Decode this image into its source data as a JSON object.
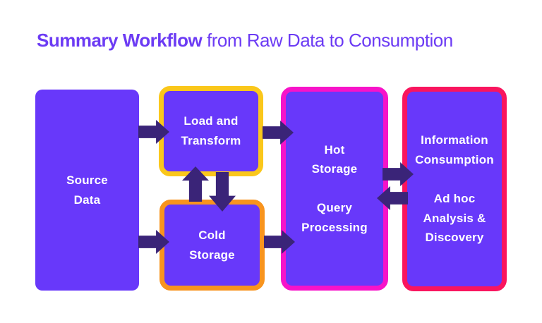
{
  "title": {
    "highlight": "Summary Workflow",
    "rest": " from Raw Data to Consumption"
  },
  "nodes": {
    "source": {
      "label": "Source\nData",
      "border": "none"
    },
    "load": {
      "label": "Load and\nTransform",
      "border": "yellow"
    },
    "cold": {
      "label": "Cold\nStorage",
      "border": "orange"
    },
    "hot": {
      "label": "Hot\nStorage\n\nQuery\nProcessing",
      "border": "magenta"
    },
    "info": {
      "label": "Information\nConsumption\n\nAd hoc\nAnalysis &\nDiscovery",
      "border": "pink-red"
    }
  },
  "arrows": [
    {
      "from": "source",
      "to": "load",
      "direction": "right"
    },
    {
      "from": "source",
      "to": "cold",
      "direction": "right"
    },
    {
      "from": "load",
      "to": "hot",
      "direction": "right"
    },
    {
      "from": "cold",
      "to": "hot",
      "direction": "right"
    },
    {
      "from": "cold",
      "to": "load",
      "direction": "up"
    },
    {
      "from": "load",
      "to": "cold",
      "direction": "down"
    },
    {
      "from": "hot",
      "to": "info",
      "direction": "right"
    },
    {
      "from": "info",
      "to": "hot",
      "direction": "left"
    }
  ],
  "colors": {
    "background": "#ffffff",
    "title": "#6c3bf4",
    "box_fill": "#6838fa",
    "text": "#ffffff",
    "arrow": "#3a2478",
    "border_yellow": "#fac71b",
    "border_orange": "#f8941e",
    "border_magenta": "#f713c9",
    "border_pink_red": "#f9155e"
  }
}
